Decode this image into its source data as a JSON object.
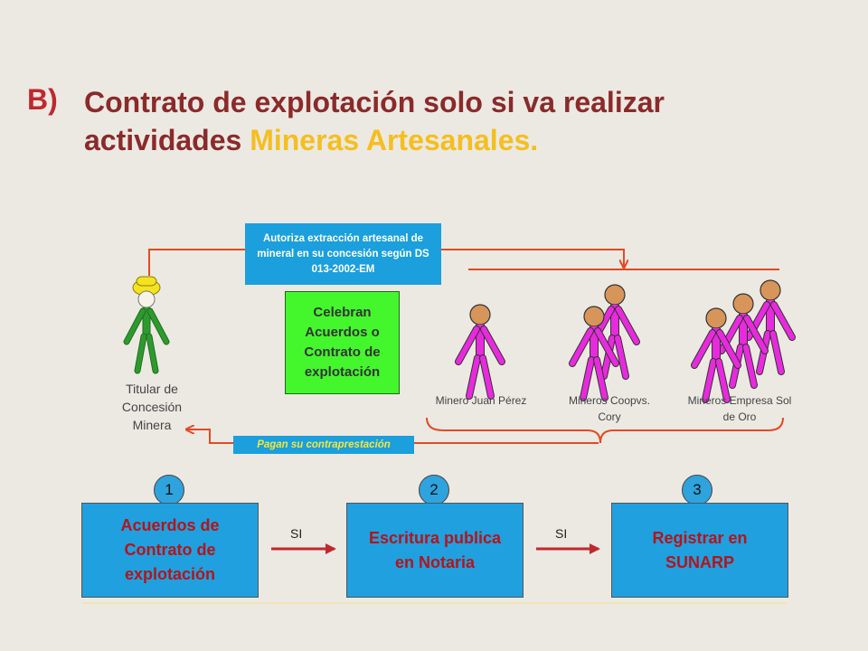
{
  "title": {
    "letter": "B)",
    "text_part1": "Contrato de explotación  solo si va realizar actividades ",
    "text_highlight": "Mineras Artesanales."
  },
  "diagram": {
    "authorize_box": "Autoriza extracción  artesanal de  mineral  en su concesión según DS 013-2002-EM",
    "agreement_box": "Celebran Acuerdos o Contrato de explotación",
    "payment_box": "Pagan su contraprestación",
    "titular_label": "Titular de Concesión Minera",
    "minero1_label": "Minero Juan Pérez",
    "minero2_label": "Mineros Coopvs.  Cory",
    "minero3_label": "Mineros Empresa Sol de Oro"
  },
  "steps": [
    {
      "number": "1",
      "label": "Acuerdos de Contrato de explotación"
    },
    {
      "number": "2",
      "label": "Escritura publica en Notaria"
    },
    {
      "number": "3",
      "label": "Registrar en SUNARP"
    }
  ],
  "connectors": [
    "SI",
    "SI"
  ],
  "colors": {
    "background": "#ECE9E3",
    "title": "#8B2A2A",
    "title_letter": "#C0282E",
    "highlight": "#F6BE1E",
    "blue": "#1B9FDD",
    "green_box": "#44F72D",
    "titular_figure": "#2E9A2E",
    "miner_figure": "#E82ADE",
    "arrow": "#E24A22"
  }
}
